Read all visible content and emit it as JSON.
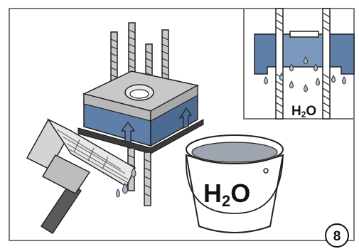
{
  "main_scene": {
    "bucket_label": {
      "main": "H",
      "subscript": "2",
      "tail": "O"
    }
  },
  "inset": {
    "label": {
      "main": "H",
      "subscript": "2",
      "tail": "O"
    }
  },
  "step": {
    "number": "8"
  },
  "colors": {
    "frame_border": "#7a7a7a",
    "collar_blue": "#5f7fa8",
    "collar_gray": "#c8c8c8",
    "water_drop": "#a9b9cc",
    "bucket_water": "#a0a6b0",
    "brush_handle": "#5a5a5a"
  }
}
